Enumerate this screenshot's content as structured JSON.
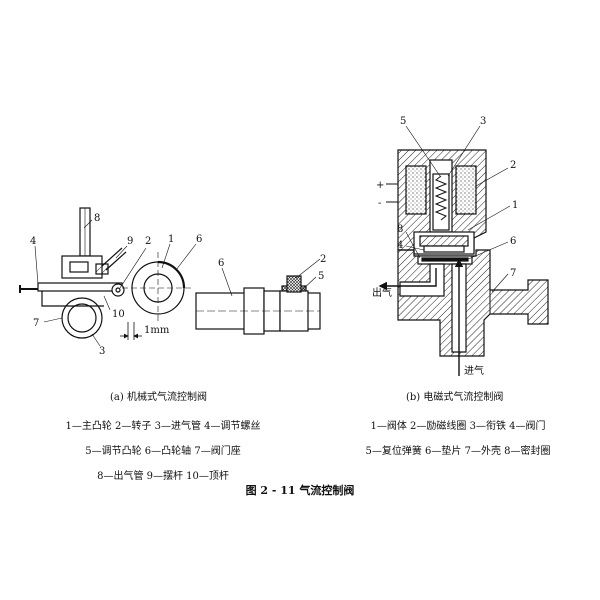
{
  "labels_a": {
    "n8": "8",
    "n4": "4",
    "n9": "9",
    "n2": "2",
    "n1": "1",
    "n6": "6",
    "n7": "7",
    "n10": "10",
    "n3": "3",
    "n1mm": "1mm",
    "n6b": "6",
    "n2b": "2",
    "n5b": "5"
  },
  "labels_b": {
    "n5": "5",
    "n3": "3",
    "n2": "2",
    "n1": "1",
    "n8": "8",
    "n4": "4",
    "n6": "6",
    "n7": "7",
    "plus": "+",
    "minus": "-",
    "outlet": "出气",
    "inlet": "进气"
  },
  "caption_a": "(a) 机械式气流控制阀",
  "caption_b": "(b) 电磁式气流控制阀",
  "legend_a": {
    "line1": "1—主凸轮    2—转子    3—进气管    4—调节螺丝",
    "line2": "5—调节凸轮    6—凸轮轴    7—阀门座",
    "line3": "8—出气管    9—摆杆    10—顶杆"
  },
  "legend_b": {
    "line1": "1—阀体    2—励磁线圈 3—衔铁    4—阀门",
    "line2": "5—复位弹簧    6—垫片    7—外壳    8—密封圈"
  },
  "figure_title": "图 2 - 11    气流控制阀"
}
